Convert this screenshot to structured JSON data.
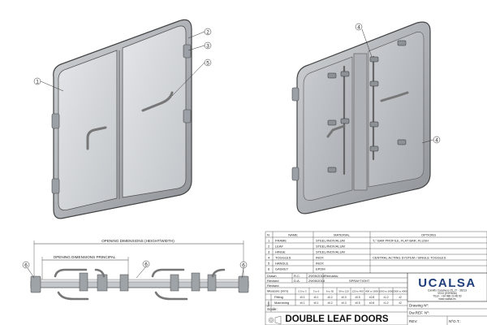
{
  "callouts": {
    "left": [
      "1",
      "2",
      "3",
      "5"
    ],
    "right": [
      "4",
      "4"
    ],
    "bottom": [
      "6",
      "6",
      "6"
    ]
  },
  "dims": {
    "overall": "OPENING DIMENSIONS (HEIGHT/WIDTH)",
    "principal": "OPENING DIMENSIONS PRINCIPAL"
  },
  "parts": {
    "headers": [
      "N",
      "NAME",
      "MATERIAL",
      "OPTIONS"
    ],
    "rows": [
      {
        "n": "1",
        "name": "FRAME",
        "material": "STEEL/INOX/ALUM",
        "options": "\"L\" BAR PROFILE, FLAT BAR, FLUSH"
      },
      {
        "n": "2",
        "name": "LEAF",
        "material": "STEEL/INOX/ALUM",
        "options": ""
      },
      {
        "n": "3",
        "name": "HINGE",
        "material": "STEEL/INOX/ALUM",
        "options": ""
      },
      {
        "n": "4",
        "name": "TOGGLES",
        "material": "INOX",
        "options": "CENTRAL ACTING SYSTEM / SINGLE TOGGLES"
      },
      {
        "n": "5",
        "name": "HANDLE",
        "material": "INOX",
        "options": ""
      },
      {
        "n": "6",
        "name": "GASKET",
        "material": "EPDM",
        "options": ""
      }
    ]
  },
  "tb": {
    "drawn_label": "Drawn",
    "drawn_by": "R.C.",
    "drawn_date": "29/05/2018",
    "revised_label": "Revised",
    "revised_by": "D.A.",
    "revised_date": "29/05/2018",
    "revised2": "Revised",
    "remarks_label": "Remarks:",
    "remarks": "SPRAYTIGHT",
    "measure_label": "Measure (mm)",
    "measure_cells": [
      "0.5 to 3",
      "3 to 6",
      "6 to 30",
      "30 to 120",
      "120 to 400",
      "400 to 1000",
      "1000 to 2000",
      "2000 to 4000"
    ],
    "fitting_label": "Fitting",
    "machining_label": "Machining",
    "fitting_vals": [
      "±0.1",
      "±0.1",
      "±0.2",
      "±0.3",
      "±0.5",
      "±0.8",
      "±1.2",
      "±2"
    ],
    "machining_vals": [
      "±0.1",
      "±0.1",
      "±0.2",
      "±0.3",
      "±0.5",
      "±0.8",
      "±1.2",
      "±2"
    ],
    "toler_label": "Toler.",
    "scale_label": "Scale:",
    "title": "DOUBLE LEAF DOORS",
    "drawing_no": "Drawing Nº:",
    "dw_ref": "Dw.REF. Nº:",
    "rev": "REV:",
    "not": "NºO.T.:"
  },
  "company": {
    "logo": "UCALSA",
    "address": [
      "Camiño Caramuxo 25, 27 - 36213",
      "VIGO (ESPAÑA)",
      "TELF.: +34 986 23 48 90",
      "www.ucalsa.es"
    ]
  },
  "colors": {
    "line": "#333333",
    "metal_light": "#d9dcdf",
    "metal": "#b9bdc1",
    "metal_dark": "#8a8e93",
    "brand": "#1f3f7a"
  }
}
